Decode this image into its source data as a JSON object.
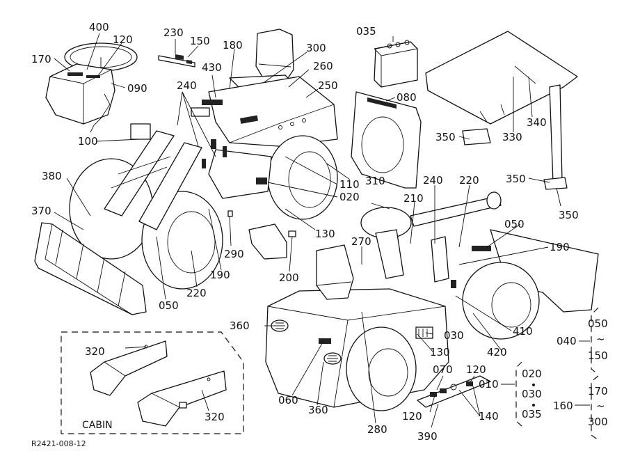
{
  "drawing_code": "R2421-008-12",
  "cabin_label": "CABIN",
  "callouts": {
    "c400": "400",
    "c120a": "120",
    "c170": "170",
    "c090": "090",
    "c230": "230",
    "c150": "150",
    "c180": "180",
    "c430": "430",
    "c300": "300",
    "c260": "260",
    "c250": "250",
    "c240a": "240",
    "c035": "035",
    "c080": "080",
    "c100": "100",
    "c380": "380",
    "c370": "370",
    "c110": "110",
    "c020": "020",
    "c310": "310",
    "c130a": "130",
    "c290": "290",
    "c050a": "050",
    "c220a": "220",
    "c190a": "190",
    "c200": "200",
    "c350a": "350",
    "c330": "330",
    "c340": "340",
    "c350b": "350",
    "c350c": "350",
    "c210": "210",
    "c240b": "240",
    "c220b": "220",
    "c050b": "050",
    "c270": "270",
    "c190b": "190",
    "c360a": "360",
    "c410": "410",
    "c420": "420",
    "c030": "030",
    "c130b": "130",
    "c060": "060",
    "c360b": "360",
    "c280": "280",
    "c070": "070",
    "c120b": "120",
    "c120c": "120",
    "c140": "140",
    "c390": "390",
    "c320a": "320",
    "c320b": "320",
    "c040": "040",
    "c050r": "050",
    "c150r": "150",
    "tilde1": "~",
    "c010": "010",
    "c020r": "020",
    "c030r": "030",
    "c035r": "035",
    "c160": "160",
    "c170r": "170",
    "c300r": "300",
    "tilde2": "~"
  }
}
